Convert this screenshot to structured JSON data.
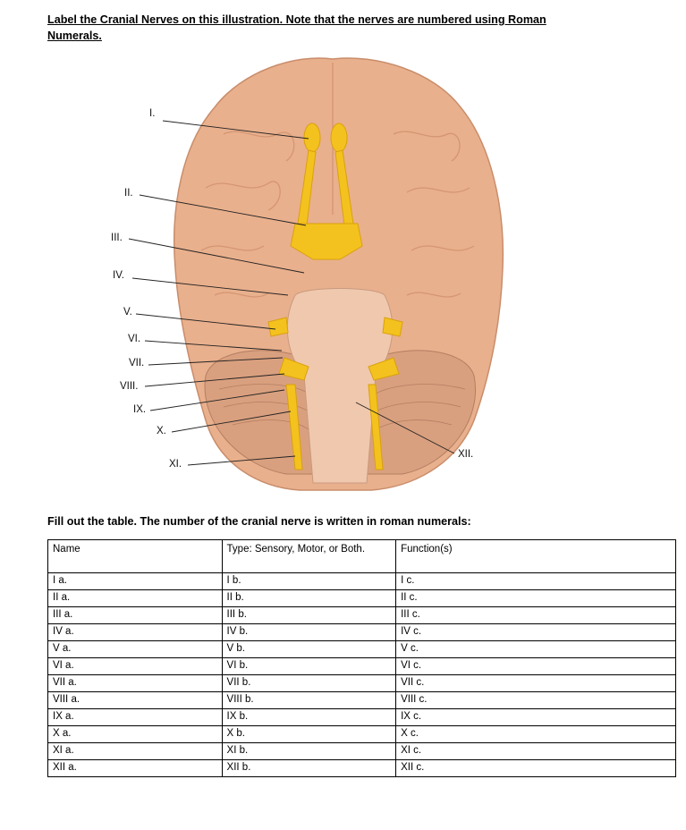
{
  "header": {
    "title": "Label the Cranial Nerves on this illustration. Note that the nerves are numbered using Roman Numerals."
  },
  "figure": {
    "labels": {
      "I": "I.",
      "II": "II.",
      "III": "III.",
      "IV": "IV.",
      "V": "V.",
      "VI": "VI.",
      "VII": "VII.",
      "VIII": "VIII.",
      "IX": "IX.",
      "X": "X.",
      "XI": "XI.",
      "XII": "XII."
    },
    "colors": {
      "brain": "#e9b08d",
      "nerve": "#f4c21e",
      "stem": "#f0c8ad"
    }
  },
  "table_section": {
    "instruction": "Fill out the table. The number of the cranial nerve is written in roman numerals:",
    "headers": [
      "Name",
      "Type: Sensory, Motor, or Both.",
      "Function(s)"
    ],
    "rows": [
      [
        "I a.",
        "I b.",
        "I c."
      ],
      [
        "II a.",
        "II b.",
        "II c."
      ],
      [
        "III a.",
        "III b.",
        "III c."
      ],
      [
        "IV a.",
        "IV b.",
        "IV c."
      ],
      [
        "V a.",
        "V b.",
        "V c."
      ],
      [
        "VI a.",
        "VI b.",
        "VI c."
      ],
      [
        "VII a.",
        "VII b.",
        "VII c."
      ],
      [
        "VIII a.",
        "VIII b.",
        "VIII c."
      ],
      [
        "IX a.",
        "IX b.",
        "IX c."
      ],
      [
        "X a.",
        "X b.",
        "X c."
      ],
      [
        "XI a.",
        "XI b.",
        "XI c."
      ],
      [
        "XII a.",
        "XII b.",
        "XII c."
      ]
    ]
  }
}
